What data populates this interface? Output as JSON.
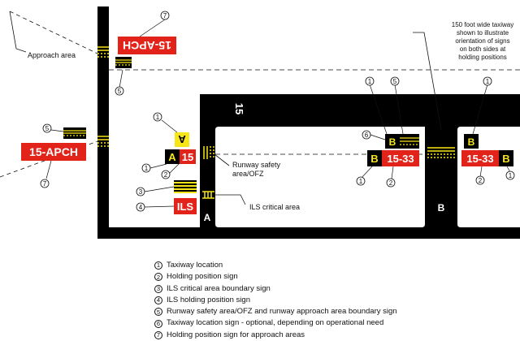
{
  "colors": {
    "pavement": "#000000",
    "sign_red": "#e2231a",
    "sign_yellow": "#f7e617",
    "marking_yellow": "#f7e617",
    "text_white": "#ffffff",
    "line": "#111111"
  },
  "labels": {
    "approach_area": "Approach area",
    "runway_number": "15",
    "rsa_ofz": "Runway safety area/OFZ",
    "ils_critical": "ILS critical area",
    "note": "150 foot wide taxiway shown to illustrate orientation of signs on both sides at holding positions",
    "taxiway_a": "A",
    "taxiway_b": "B"
  },
  "signs": {
    "apch_top": "15-APCH",
    "apch_left": "15-APCH",
    "hold_15": "15",
    "hold_15_33": "15-33",
    "ils": "ILS",
    "loc_a": "A",
    "loc_b": "B"
  },
  "callouts": [
    "1",
    "2",
    "3",
    "4",
    "5",
    "6",
    "7"
  ],
  "legend": [
    {
      "num": "1",
      "text": "Taxiway location"
    },
    {
      "num": "2",
      "text": "Holding position sign"
    },
    {
      "num": "3",
      "text": "ILS critical area boundary sign"
    },
    {
      "num": "4",
      "text": "ILS holding position sign"
    },
    {
      "num": "5",
      "text": "Runway safety area/OFZ and runway approach area boundary sign"
    },
    {
      "num": "6",
      "text": "Taxiway location sign - optional, depending on operational need"
    },
    {
      "num": "7",
      "text": "Holding position sign for approach areas"
    }
  ]
}
